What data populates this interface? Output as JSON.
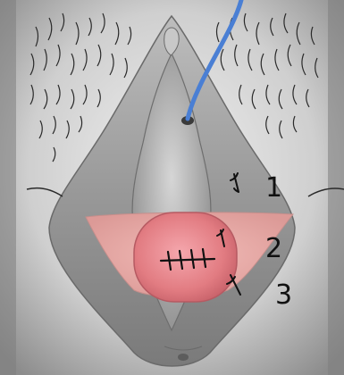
{
  "labels": [
    {
      "id": "layer-1",
      "text": "1"
    },
    {
      "id": "layer-2",
      "text": "2"
    },
    {
      "id": "layer-3",
      "text": "3"
    }
  ],
  "colors": {
    "background": "#d7d7d7",
    "skin_mid": "#a9a9a9",
    "skin_dark": "#6e6e6e",
    "hair": "#2a2a2a",
    "catheter": "#4a7fd4",
    "wound_outer": "#e8a7a4",
    "wound_inner": "#e27c82",
    "suture": "#111111"
  }
}
